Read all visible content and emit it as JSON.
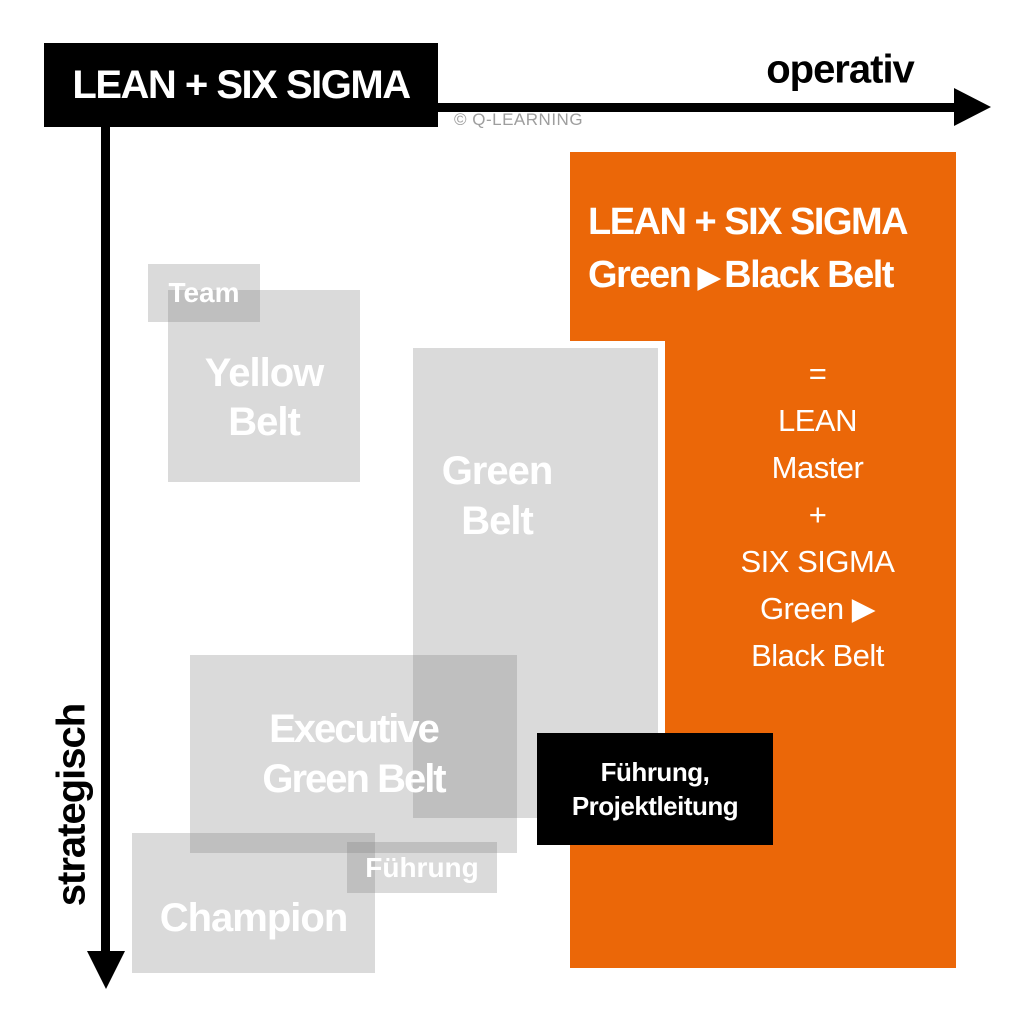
{
  "header": {
    "title": "LEAN + SIX SIGMA",
    "copyright": "© Q-LEARNING"
  },
  "axes": {
    "x_label": "operativ",
    "y_label": "strategisch"
  },
  "highlight": {
    "heading1": "LEAN + SIX SIGMA",
    "heading2_pre": "Green",
    "arrow": "▶",
    "heading2_post": "Black Belt",
    "eq": [
      "=",
      "LEAN",
      "Master",
      "+",
      "SIX SIGMA",
      "Green ▶",
      "Black Belt"
    ]
  },
  "boxes": {
    "team": {
      "label": "Team"
    },
    "yellow_belt": {
      "line1": "Yellow",
      "line2": "Belt"
    },
    "green_belt": {
      "line1": "Green",
      "line2": "Belt"
    },
    "executive_green_belt": {
      "line1": "Executive",
      "line2": "Green Belt"
    },
    "champion": {
      "label": "Champion"
    },
    "fuehrung": {
      "label": "Führung"
    },
    "leadership_tag": {
      "line1": "Führung,",
      "line2": "Projektleitung"
    }
  },
  "colors": {
    "accent_orange": "#EB6708",
    "box_gray": "#DADADA",
    "overlap_gray": "#C0C0C0",
    "axis_black": "#000000",
    "copyright_gray": "#9E9E9E",
    "text_white": "#FFFFFF"
  }
}
